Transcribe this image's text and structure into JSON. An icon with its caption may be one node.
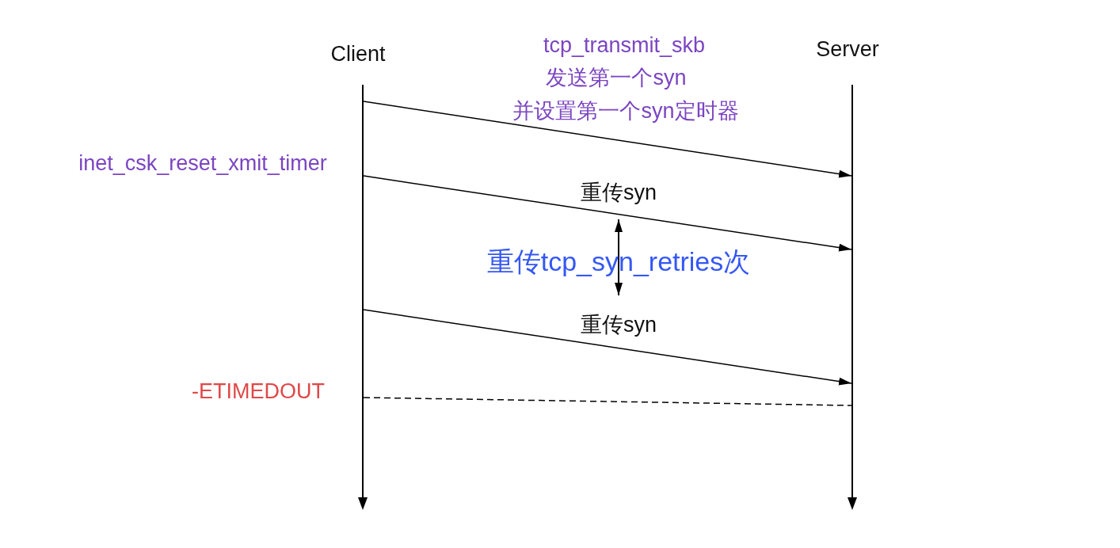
{
  "diagram": {
    "nodes": [
      {
        "text": [],
        "shape": "bar"
      },
      {
        "text": [],
        "shape": "bar"
      }
    ],
    "edges": [
      {
        "from": 0,
        "to": 1,
        "arrow": "to"
      },
      {
        "from": 0,
        "to": 1,
        "arrow": "to",
        "label": "重传syn"
      },
      {
        "from": 0,
        "to": 1,
        "arrow": "to",
        "label": "重传syn"
      },
      {
        "from": 0,
        "to": 1,
        "arrow": "none",
        "style": "dashed"
      }
    ],
    "labels": [
      "Client",
      "tcp_transmit_skb",
      "Server",
      "发送第一个syn",
      "并设置第一个syn定时器",
      "inet_csk_reset_xmit_timer",
      "重传tcp_syn_retries次",
      "-ETIMEDOUT"
    ]
  }
}
